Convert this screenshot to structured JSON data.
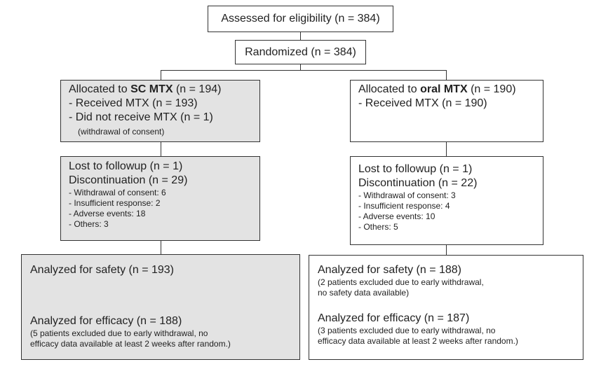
{
  "assessed": {
    "text": "Assessed for eligibility (n = 384)"
  },
  "randomized": {
    "text": "Randomized (n = 384)"
  },
  "left_alloc": {
    "prefix": "Allocated to ",
    "bold": "SC MTX",
    "suffix": " (n = 194)",
    "received": "- Received MTX (n = 193)",
    "not_received": "- Did not receive MTX (n = 1)",
    "note": "(withdrawal of consent)"
  },
  "right_alloc": {
    "prefix": "Allocated to ",
    "bold": "oral MTX",
    "suffix": " (n = 190)",
    "received": "- Received MTX (n = 190)"
  },
  "left_follow": {
    "lost": "Lost to followup (n = 1)",
    "disc": "Discontinuation (n = 29)",
    "items": [
      "- Withdrawal of consent: 6",
      "- Insufficient response: 2",
      "- Adverse events: 18",
      "- Others: 3"
    ]
  },
  "right_follow": {
    "lost": "Lost to followup (n = 1)",
    "disc": "Discontinuation (n = 22)",
    "items": [
      "- Withdrawal of consent: 3",
      "- Insufficient response: 4",
      "- Adverse events: 10",
      "- Others: 5"
    ]
  },
  "left_analysis": {
    "safety": "Analyzed for safety (n = 193)",
    "efficacy": "Analyzed for efficacy (n = 188)",
    "efficacy_note1": "(5 patients excluded due to early withdrawal, no",
    "efficacy_note2": "efficacy data available at least 2 weeks after random.)"
  },
  "right_analysis": {
    "safety": "Analyzed for safety (n = 188)",
    "safety_note1": "(2 patients excluded due to early withdrawal,",
    "safety_note2": "no safety data available)",
    "efficacy": "Analyzed for efficacy (n = 187)",
    "efficacy_note1": "(3 patients excluded due to early withdrawal, no",
    "efficacy_note2": "efficacy data available at least 2 weeks after random.)"
  },
  "colors": {
    "shaded": "#e3e3e3",
    "line": "#333333"
  }
}
